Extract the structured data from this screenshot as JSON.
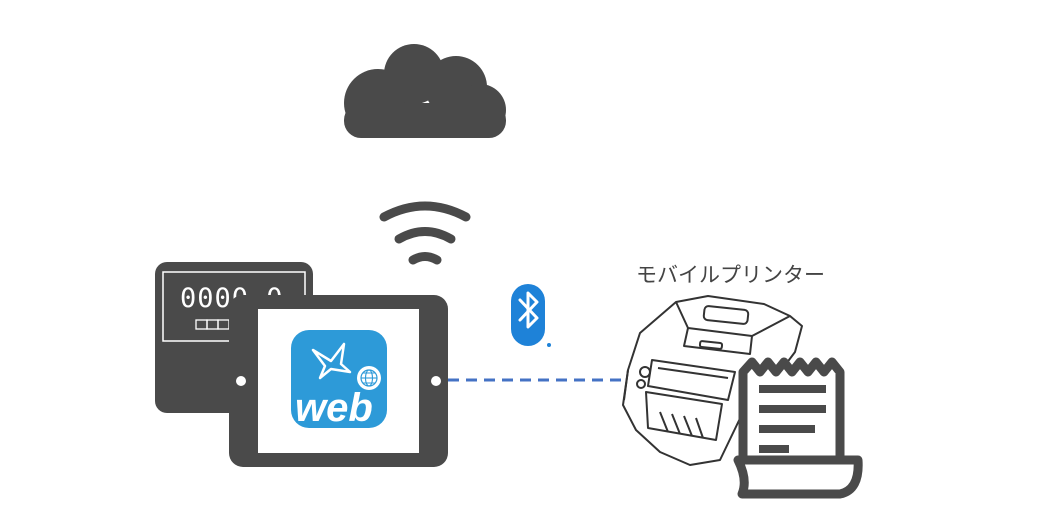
{
  "printer": {
    "label": "モバイルプリンター"
  },
  "meter": {
    "reading": "0000.0"
  },
  "app": {
    "name": "web"
  },
  "connections": {
    "tablet_printer": "bluetooth",
    "tablet_cloud": "wifi"
  },
  "colors": {
    "dark_gray": "#4a4a4a",
    "app_blue": "#2d9ad8",
    "bluetooth_blue": "#1e82d8",
    "link_dash": "#4472c4"
  },
  "icons": [
    "cloud-icon",
    "wifi-icon",
    "bluetooth-icon",
    "meter-icon",
    "tablet-icon",
    "app-icon",
    "printer-icon",
    "receipt-icon"
  ]
}
